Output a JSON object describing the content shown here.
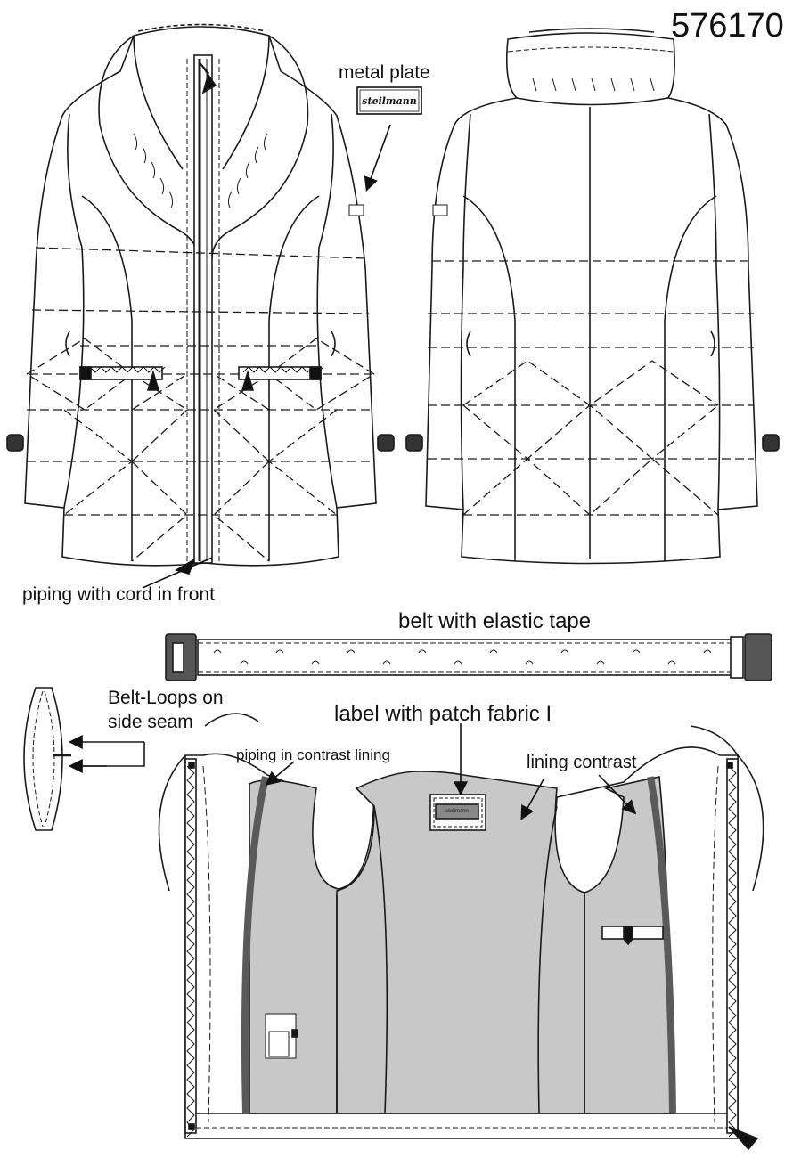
{
  "style_number": "576170",
  "callouts": {
    "metal_plate": "metal plate",
    "piping_front": "piping with cord in front",
    "belt": "belt with elastic tape",
    "belt_loops_line1": "Belt-Loops on",
    "belt_loops_line2": "side seam",
    "label_patch": "label with patch fabric I",
    "piping_contrast": "piping in contrast lining",
    "lining_contrast": "lining contrast"
  },
  "brand_text": "steilmann",
  "colors": {
    "lining_fill": "#c8c8c8",
    "piping": "#5a5a5a",
    "outline": "#1a1a1a",
    "buckle": "#555555"
  }
}
